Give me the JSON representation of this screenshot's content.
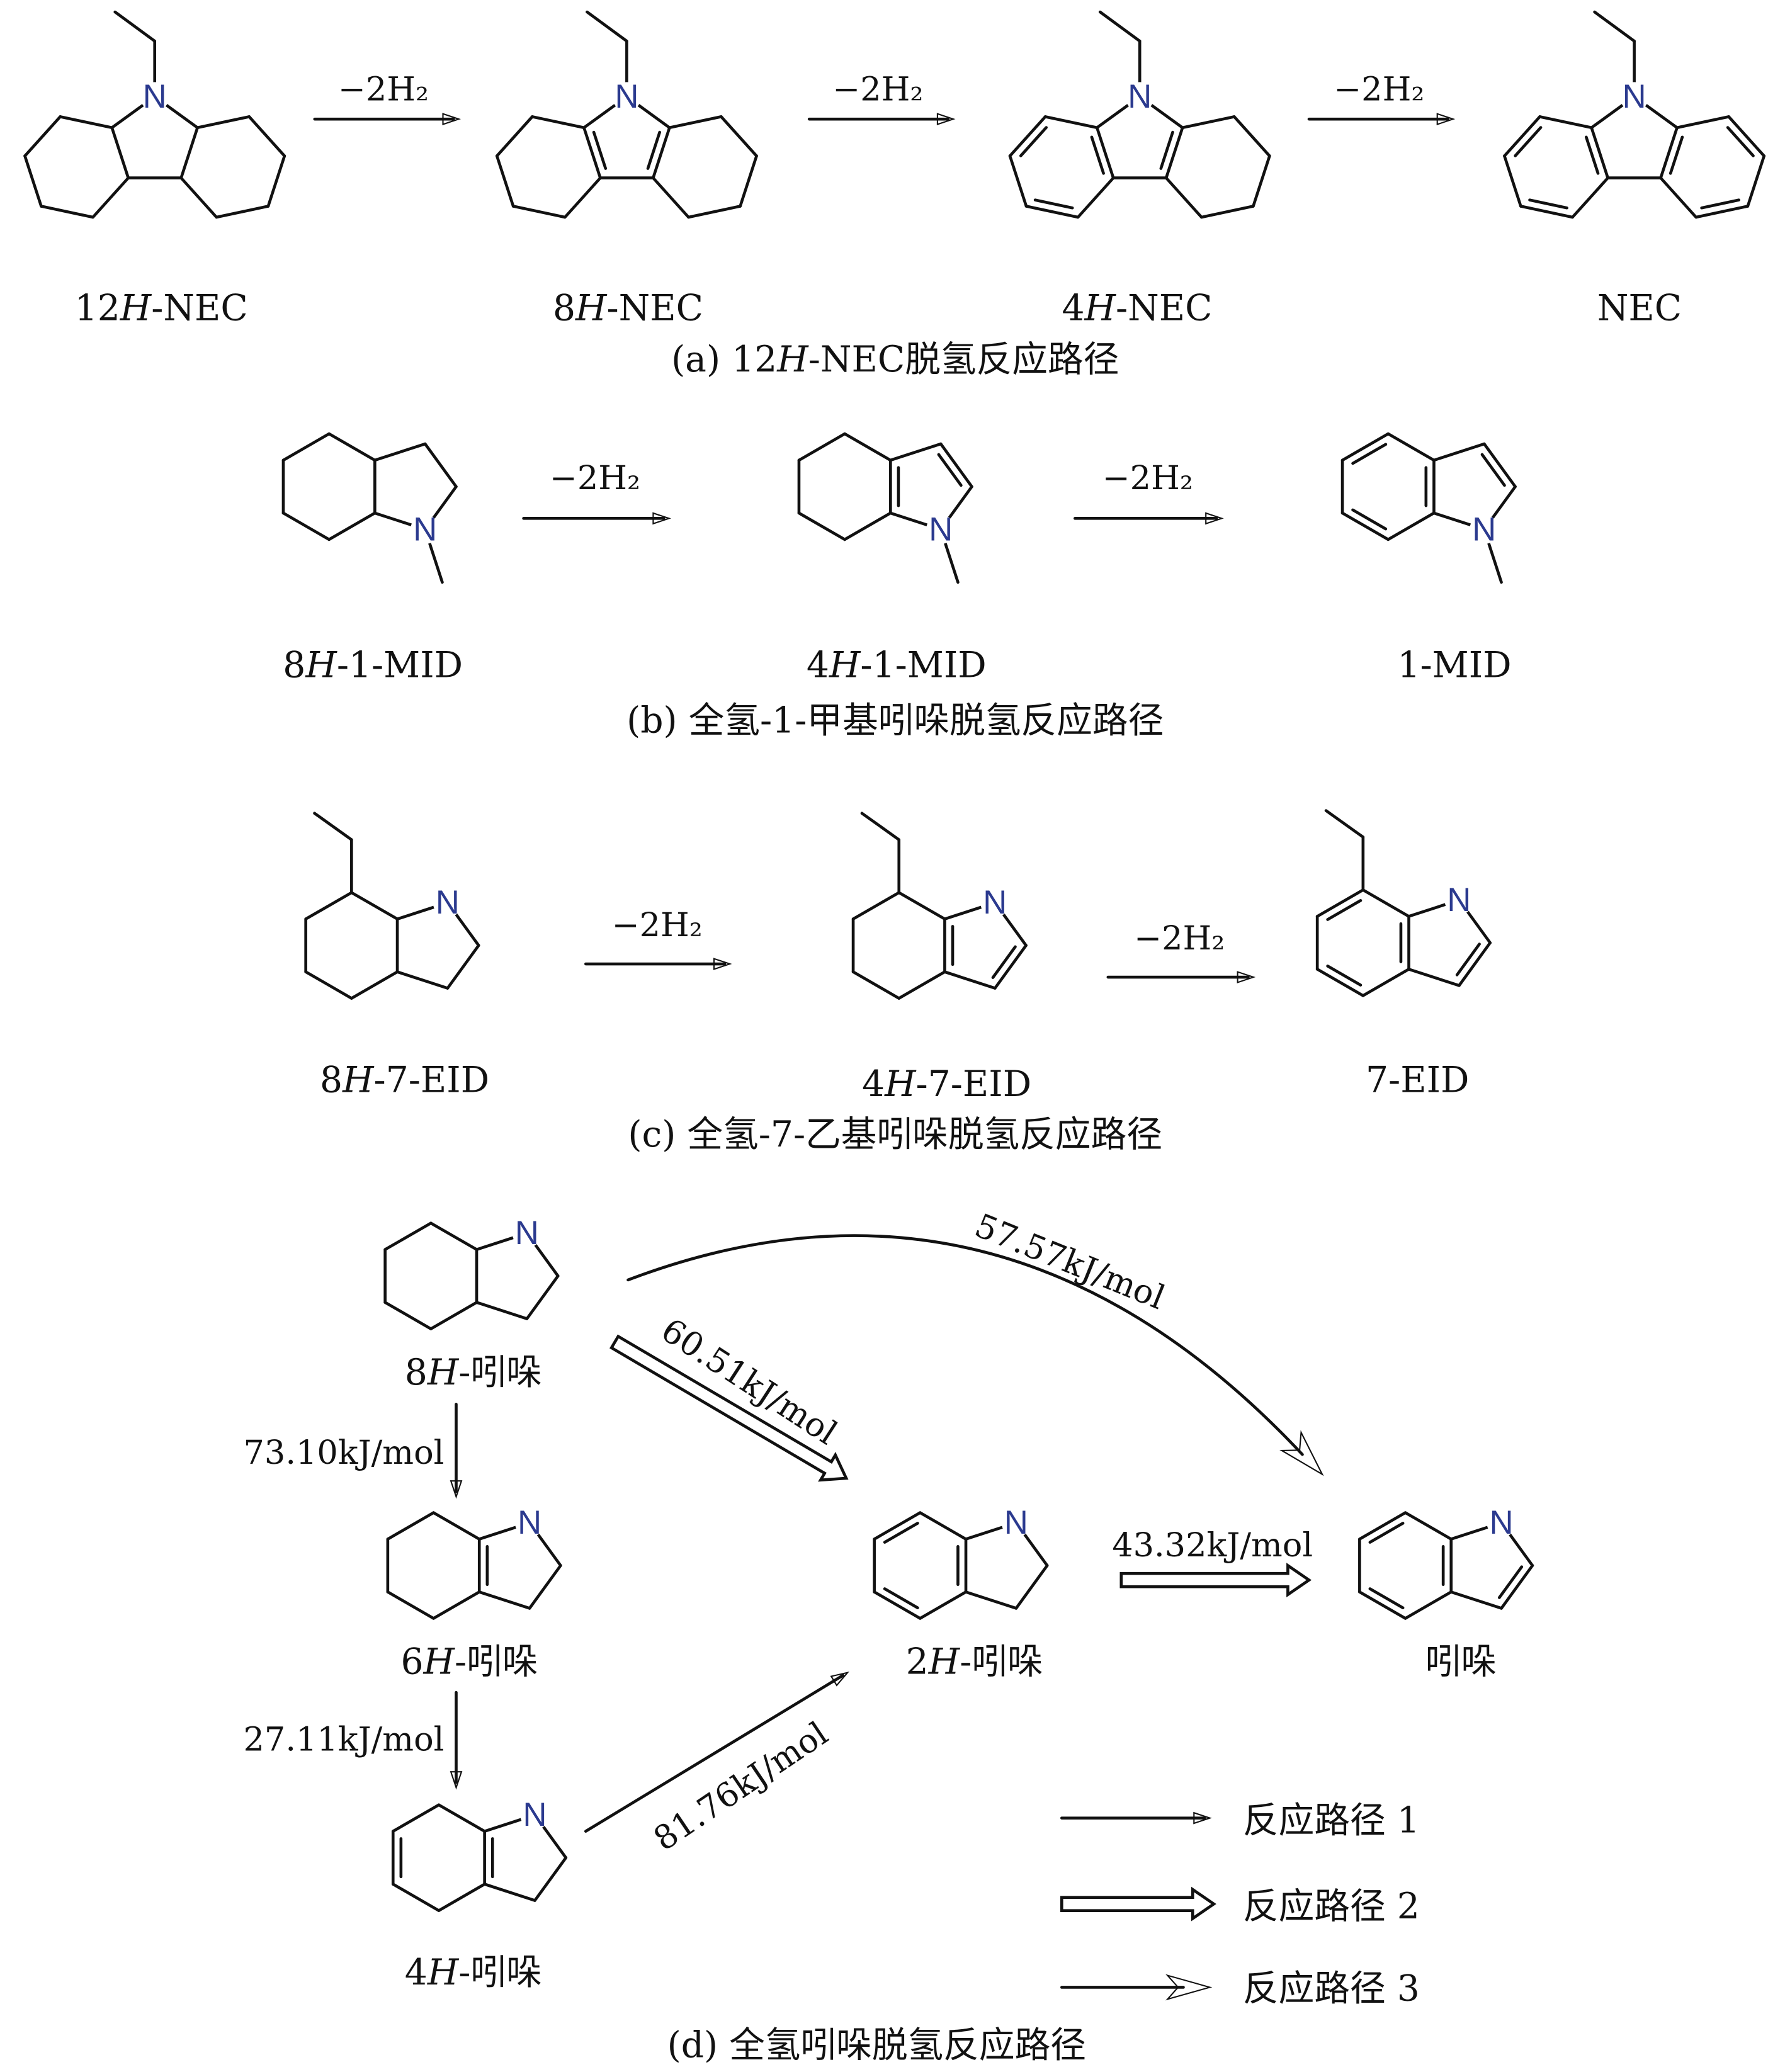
{
  "reagent": "−2H₂",
  "panel_a": {
    "molecules": [
      "12H-NEC",
      "8H-NEC",
      "4H-NEC",
      "NEC"
    ],
    "caption": "(a) 12H-NEC脱氢反应路径"
  },
  "panel_b": {
    "molecules": [
      "8H-1-MID",
      "4H-1-MID",
      "1-MID"
    ],
    "caption": "(b) 全氢-1-甲基吲哚脱氢反应路径"
  },
  "panel_c": {
    "molecules": [
      "8H-7-EID",
      "4H-7-EID",
      "7-EID"
    ],
    "caption": "(c) 全氢-7-乙基吲哚脱氢反应路径"
  },
  "panel_d": {
    "molecules": [
      "8H-吲哚",
      "6H-吲哚",
      "4H-吲哚",
      "2H-吲哚",
      "吲哚"
    ],
    "energies": {
      "8H_to_indole": "57.57kJ/mol",
      "8H_to_2H": "60.51kJ/mol",
      "8H_to_6H": "73.10kJ/mol",
      "6H_to_4H": "27.11kJ/mol",
      "4H_to_2H": "81.76kJ/mol",
      "2H_to_indole": "43.32kJ/mol"
    },
    "legend": [
      "反应路径 1",
      "反应路径 2",
      "反应路径 3"
    ],
    "caption": "(d) 全氢吲哚脱氢反应路径"
  },
  "atom_label": "N"
}
